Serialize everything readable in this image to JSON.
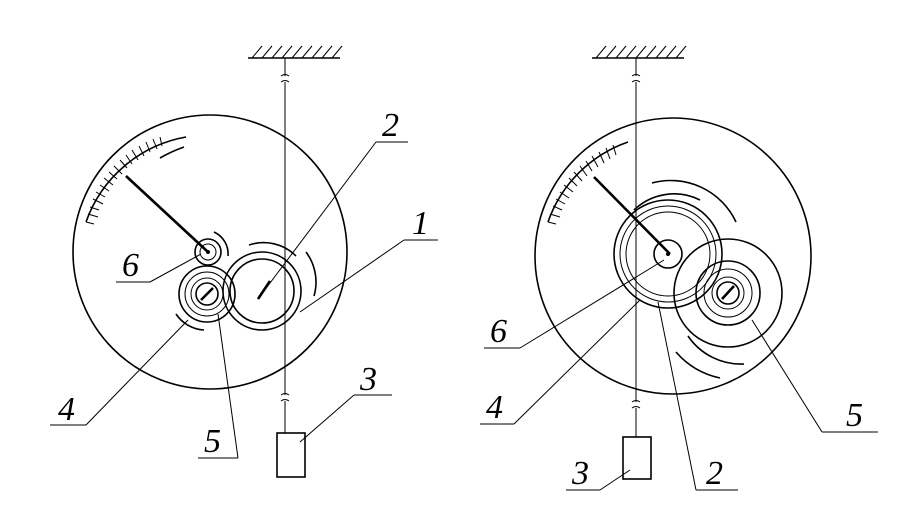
{
  "left_figure": {
    "labels": {
      "l1": "1",
      "l2": "2",
      "l3": "3",
      "l4": "4",
      "l5": "5",
      "l6": "6"
    }
  },
  "right_figure": {
    "labels": {
      "l2": "2",
      "l3": "3",
      "l4": "4",
      "l5": "5",
      "l6": "6"
    }
  }
}
